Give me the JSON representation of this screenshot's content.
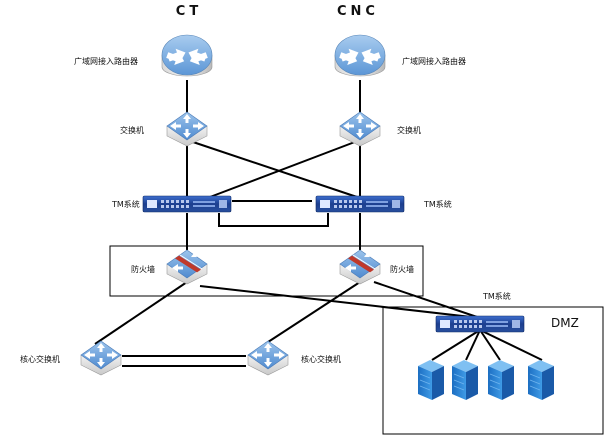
{
  "isp": {
    "left": "CT",
    "right": "CNC"
  },
  "labels": {
    "router_left": "广域网接入路由器",
    "router_right": "广域网接入路由器",
    "switch_left": "交换机",
    "switch_right": "交换机",
    "tm_left": "TM系统",
    "tm_right": "TM系统",
    "firewall_left": "防火墙",
    "firewall_right": "防火墙",
    "tm_dmz": "TM系统",
    "core_left": "核心交换机",
    "core_right": "核心交换机",
    "dmz": "DMZ"
  },
  "colors": {
    "router": "#6fa8dc",
    "switch": "#6fa8dc",
    "appliance": "#1f4aa0",
    "firewall_band": "#c0392b",
    "server": "#2e8bd8"
  },
  "icons": [
    "router-icon",
    "switch-icon",
    "appliance-icon",
    "firewall-icon",
    "server-icon"
  ]
}
